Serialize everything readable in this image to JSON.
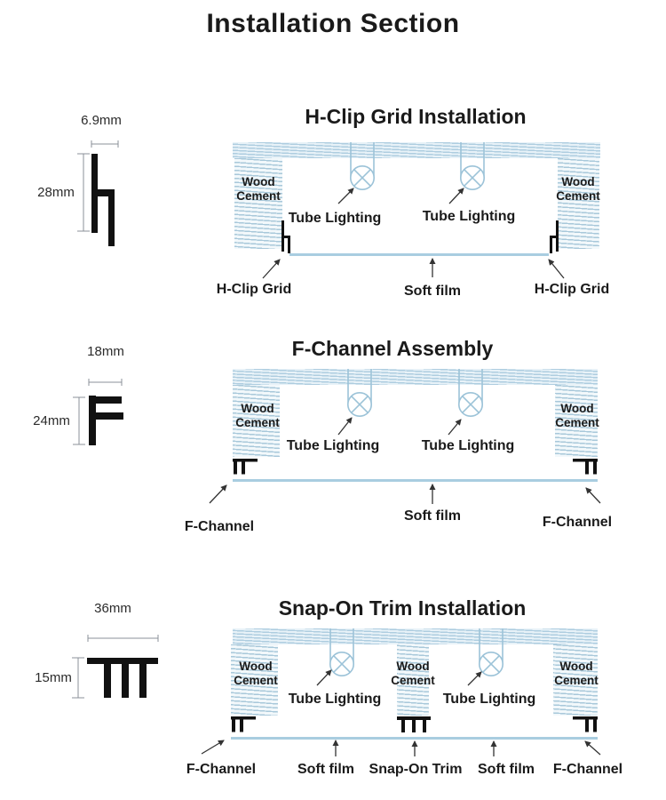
{
  "title": "Installation Section",
  "labels": {
    "wood_cement": "Wood Cement",
    "tube_lighting": "Tube Lighting",
    "soft_film": "Soft film",
    "h_clip_grid": "H-Clip Grid",
    "f_channel": "F-Channel",
    "snap_on_trim": "Snap-On Trim"
  },
  "sections": [
    {
      "title": "H-Clip Grid Installation",
      "profile": {
        "width": "6.9mm",
        "height": "28mm"
      }
    },
    {
      "title": "F-Channel Assembly",
      "profile": {
        "width": "18mm",
        "height": "24mm"
      }
    },
    {
      "title": "Snap-On Trim Installation",
      "profile": {
        "width": "36mm",
        "height": "15mm"
      }
    }
  ],
  "colors": {
    "ink": "#1a1a1a",
    "hatch_line": "#a8c8da",
    "hatch_bg": "#f2f8fb",
    "blue_outline": "#9cc3d8",
    "film_line": "#a9cde0",
    "dimension_line": "#8b9198"
  }
}
